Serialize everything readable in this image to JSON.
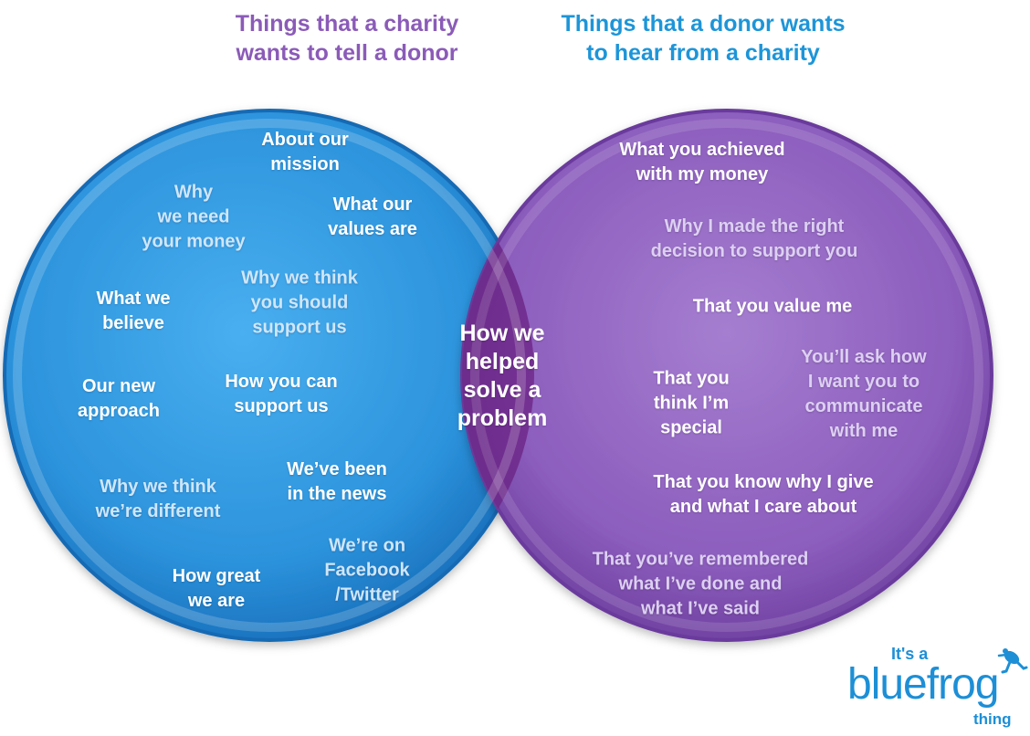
{
  "headers": {
    "charity": [
      "Things that a charity",
      "wants to tell a donor"
    ],
    "donor": [
      "Things that a donor wants",
      "to hear from a charity"
    ]
  },
  "charity_items": [
    {
      "lines": [
        "About our",
        "mission"
      ],
      "tone": "white"
    },
    {
      "lines": [
        "Why",
        "we need",
        "your money"
      ],
      "tone": "light"
    },
    {
      "lines": [
        "What our",
        "values are"
      ],
      "tone": "white"
    },
    {
      "lines": [
        "Why we think",
        "you should",
        "support us"
      ],
      "tone": "light"
    },
    {
      "lines": [
        "What we",
        "believe"
      ],
      "tone": "white"
    },
    {
      "lines": [
        "Our new",
        "approach"
      ],
      "tone": "white"
    },
    {
      "lines": [
        "How you can",
        "support us"
      ],
      "tone": "white"
    },
    {
      "lines": [
        "Why we think",
        "we’re different"
      ],
      "tone": "light"
    },
    {
      "lines": [
        "We’ve been",
        "in the news"
      ],
      "tone": "white"
    },
    {
      "lines": [
        "We’re on",
        "Facebook",
        "/Twitter"
      ],
      "tone": "light"
    },
    {
      "lines": [
        "How great",
        "we are"
      ],
      "tone": "white"
    }
  ],
  "overlap_item": {
    "lines": [
      "How we",
      "helped",
      "solve a",
      "problem"
    ]
  },
  "donor_items": [
    {
      "lines": [
        "What you achieved",
        "with my money"
      ],
      "tone": "white"
    },
    {
      "lines": [
        "Why I made the right",
        "decision to support you"
      ],
      "tone": "light"
    },
    {
      "lines": [
        "That you value me"
      ],
      "tone": "white"
    },
    {
      "lines": [
        "That you",
        "think I’m",
        "special"
      ],
      "tone": "white"
    },
    {
      "lines": [
        "You’ll ask how",
        "I want you to",
        "communicate",
        "with me"
      ],
      "tone": "light"
    },
    {
      "lines": [
        "That you know why I give",
        "and what I care about"
      ],
      "tone": "white"
    },
    {
      "lines": [
        "That you’ve remembered",
        "what I’ve done and",
        "what I’ve said"
      ],
      "tone": "light"
    }
  ],
  "branding": {
    "prefix": "It's a",
    "name": "bluefrog",
    "suffix": "thing",
    "logo_icon": "frog-icon"
  },
  "colors": {
    "charity_circle": "#2f95dc",
    "donor_circle": "#8f5ec0",
    "overlap": "#7c3599",
    "charity_header": "#8b5bb8",
    "donor_header": "#1d95d8",
    "brand": "#1d8fd6"
  }
}
